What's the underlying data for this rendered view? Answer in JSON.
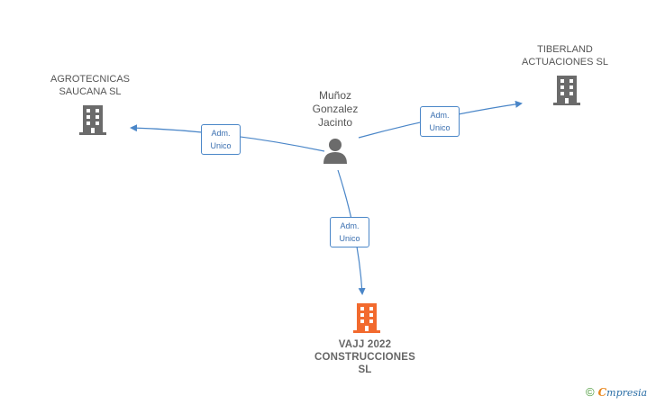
{
  "nodes": {
    "agro": {
      "line1": "AGROTECNICAS",
      "line2": "SAUCANA  SL"
    },
    "tiber": {
      "line1": "TIBERLAND",
      "line2": "ACTUACIONES SL"
    },
    "person": {
      "line1": "Muñoz",
      "line2": "Gonzalez",
      "line3": "Jacinto"
    },
    "vajj": {
      "line1": "VAJJ 2022",
      "line2": "CONSTRUCCIONES",
      "line3": "SL"
    }
  },
  "edges": {
    "to_agro": {
      "line1": "Adm.",
      "line2": "Unico"
    },
    "to_tiber": {
      "line1": "Adm.",
      "line2": "Unico"
    },
    "to_vajj": {
      "line1": "Adm.",
      "line2": "Unico"
    }
  },
  "footer": {
    "copyright": "©",
    "brand_initial": "C",
    "brand_rest": "mpresia"
  },
  "colors": {
    "edge": "#4a86c8",
    "company_icon": "#6b6b6b",
    "focus_company_icon": "#f26a2e",
    "person_icon": "#6b6b6b"
  }
}
